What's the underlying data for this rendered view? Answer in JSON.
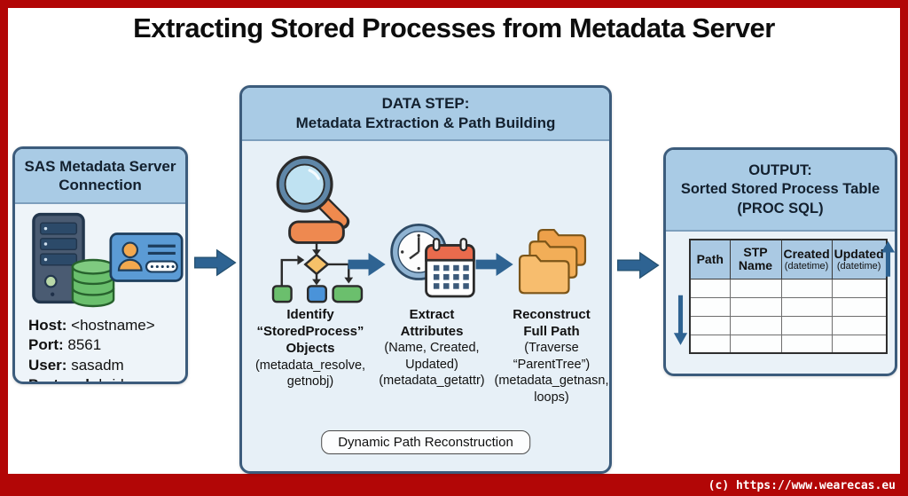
{
  "title": "Extracting Stored Processes from Metadata Server",
  "colors": {
    "frame_red": "#b20606",
    "box_border_blue": "#3c5c7c",
    "header_fill_blue": "#a9cbe5",
    "body_fill_blue": "#e9f1f8",
    "arrow_steel_blue": "#2e6392",
    "accent_orange": "#ee8950",
    "accent_green": "#6bbf6d"
  },
  "connection_box": {
    "title": "SAS Metadata Server\nConnection",
    "details": [
      {
        "label": "Host:",
        "value": " <hostname>"
      },
      {
        "label": "Port:",
        "value": " 8561"
      },
      {
        "label": "User:",
        "value": " sasadm"
      },
      {
        "label": "Protocol:",
        "value": " bridge"
      }
    ]
  },
  "data_step_box": {
    "title_line1": "DATA STEP:",
    "title_line2": "Metadata Extraction & Path Building",
    "steps": [
      {
        "icon": "flowchart-icon",
        "title": "Identify\n“StoredProcess”\nObjects",
        "subtitle": "(metadata_resolve,\ngetnobj)"
      },
      {
        "icon": "clock-calendar-icon",
        "title": "Extract\nAttributes",
        "subtitle": "(Name, Created,\nUpdated)\n(metadata_getattr)"
      },
      {
        "icon": "folders-icon",
        "title": "Reconstruct\nFull Path",
        "subtitle": "(Traverse\n“ParentTree”)\n(metadata_getnasn,\nloops)"
      }
    ],
    "badge": "Dynamic Path Reconstruction"
  },
  "output_box": {
    "title_line1": "OUTPUT:",
    "title_line2": "Sorted Stored Process Table",
    "title_line3": "(PROC SQL)",
    "table": {
      "headers": [
        {
          "name": "Path",
          "sub": ""
        },
        {
          "name": "STP Name",
          "sub": ""
        },
        {
          "name": "Created",
          "sub": "(datetime)"
        },
        {
          "name": "Updated",
          "sub": "(datetime)"
        }
      ],
      "empty_row_count": 4
    }
  },
  "footer": {
    "copyright": "(c) https://www.wearecas.eu"
  }
}
